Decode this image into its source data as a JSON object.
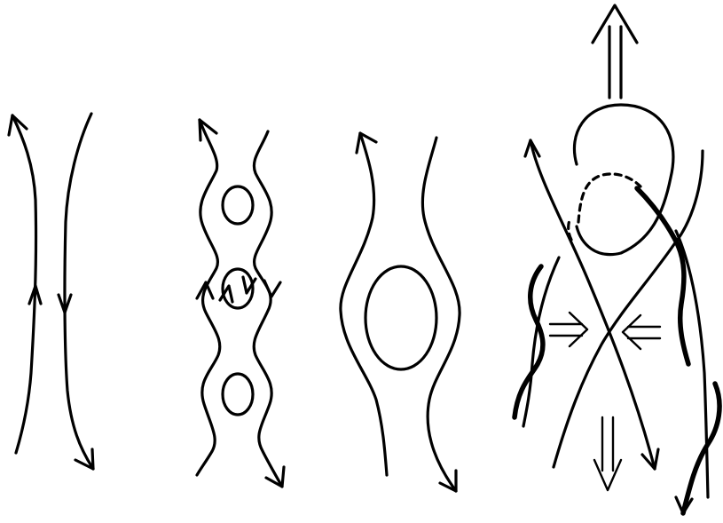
{
  "figure": {
    "panels": [
      {
        "id": "panel-1",
        "kind": "antiparallel-vortex-lines"
      },
      {
        "id": "panel-2",
        "kind": "sinuous-instability-with-vortex-rings"
      },
      {
        "id": "panel-3",
        "kind": "single-vortex-ring-between-lines"
      },
      {
        "id": "panel-4",
        "kind": "reconnection-with-ring-ejection"
      }
    ],
    "ink_color": "#000000",
    "background": "#ffffff"
  }
}
